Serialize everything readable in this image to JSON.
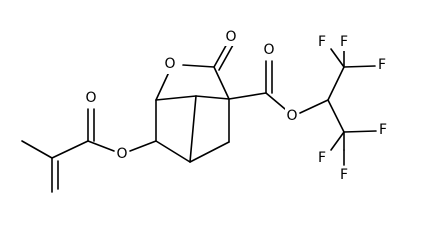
{
  "structure": {
    "atoms": {
      "ring_O": "O",
      "lactone_carbonyl_O": "O",
      "ester_carbonyl_O": "O",
      "ester_O": "O",
      "methacrylate_carbonyl_O": "O",
      "methacrylate_O": "O",
      "f1": "F",
      "f2": "F",
      "f3": "F",
      "f4": "F",
      "f5": "F",
      "f6": "F"
    }
  }
}
